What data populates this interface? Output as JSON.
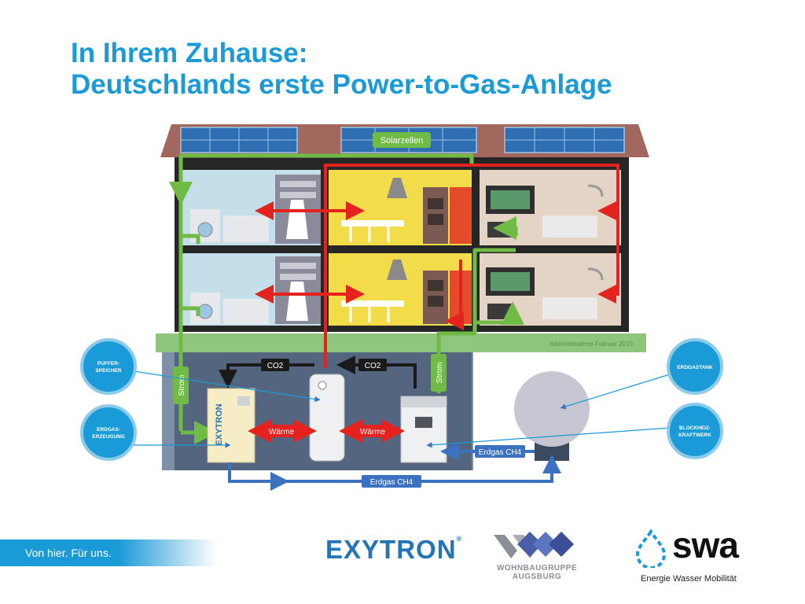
{
  "title": {
    "line1": "In Ihrem Zuhause:",
    "line2": "Deutschlands erste Power-to-Gas-Anlage"
  },
  "labels": {
    "solar": "Solarzellen",
    "inbetrieb": "Inbetriebnahme Februar 2019",
    "strom_left": "Strom",
    "strom_right": "Strom",
    "co2": "CO2",
    "waerme": "Wärme",
    "erdgas": "Erdgas CH4",
    "unit_brand": "EXYTRON"
  },
  "callouts": {
    "puffer": [
      "PUFFER-",
      "SPEICHER"
    ],
    "erzeugung": [
      "ERDGAS-",
      "ERZEUGUNG"
    ],
    "tank": [
      "ERDGASTANK"
    ],
    "bhkw": [
      "BLOCKHEIZ-",
      "KRAFTWERK"
    ]
  },
  "footer": {
    "slogan": "Von hier. Für uns.",
    "exytron": "EXYTRON",
    "exytron_reg": "®",
    "wbg_line1": "WOHNBAUGRUPPE",
    "wbg_line2": "AUGSBURG",
    "swa": "swa",
    "swa_tagline": "Energie Wasser Mobilität"
  },
  "colors": {
    "brand_blue": "#1a9ad6",
    "pipe_green": "#6fbb45",
    "pipe_red": "#e5231e",
    "pipe_blue": "#3b72c0",
    "roof": "#a2685e",
    "cellar": "#7e8fa8"
  }
}
